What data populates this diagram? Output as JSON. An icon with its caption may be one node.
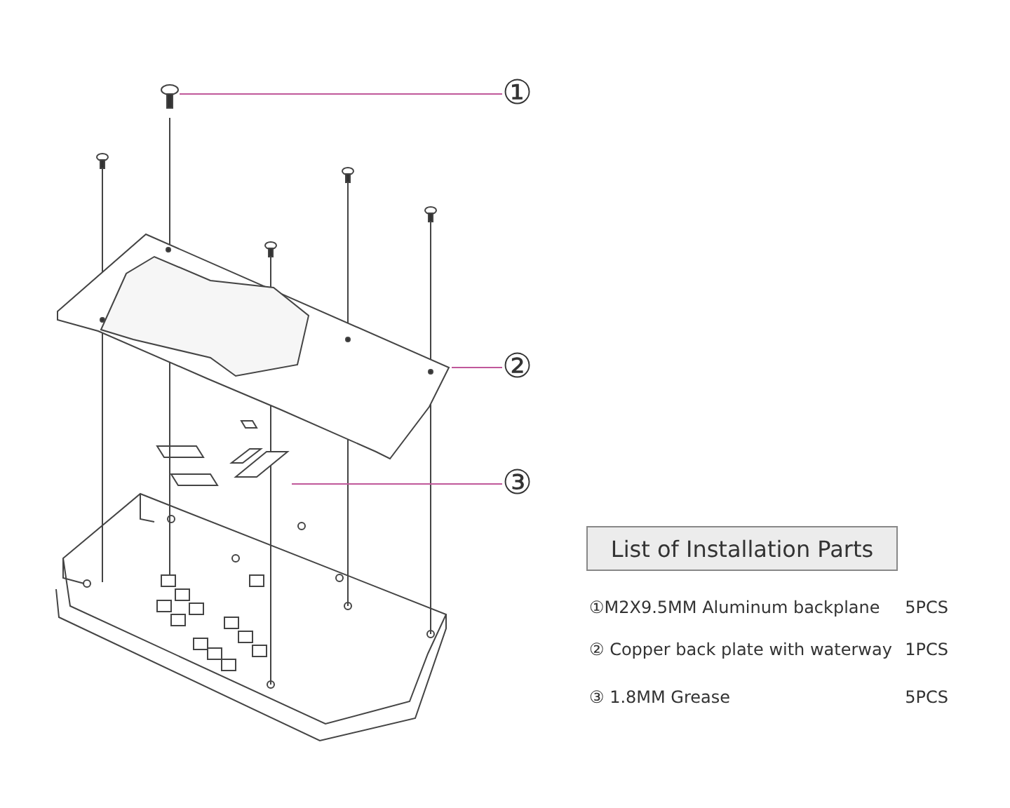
{
  "diagram": {
    "nodes": [
      {
        "text": [
          "①"
        ]
      },
      {
        "text": [],
        "shape": "picture"
      },
      {
        "text": [
          "②"
        ]
      },
      {
        "text": [],
        "shape": "picture"
      },
      {
        "text": [
          "③"
        ]
      },
      {
        "text": [],
        "shape": "picture"
      },
      {
        "text": [
          "List of Installation Parts"
        ]
      }
    ],
    "edges": [
      {
        "from": 0,
        "to": 1,
        "arrow": "none",
        "color": "#c0589a"
      },
      {
        "from": 2,
        "to": 3,
        "arrow": "none",
        "color": "#c0589a"
      },
      {
        "from": 4,
        "to": 5,
        "arrow": "none",
        "color": "#c0589a"
      }
    ],
    "labels": [
      "①M2X9.5MM Aluminum backplane",
      "5PCS",
      "② Copper back plate with waterway",
      "1PCS",
      "③ 1.8MM Grease",
      "5PCS"
    ]
  }
}
